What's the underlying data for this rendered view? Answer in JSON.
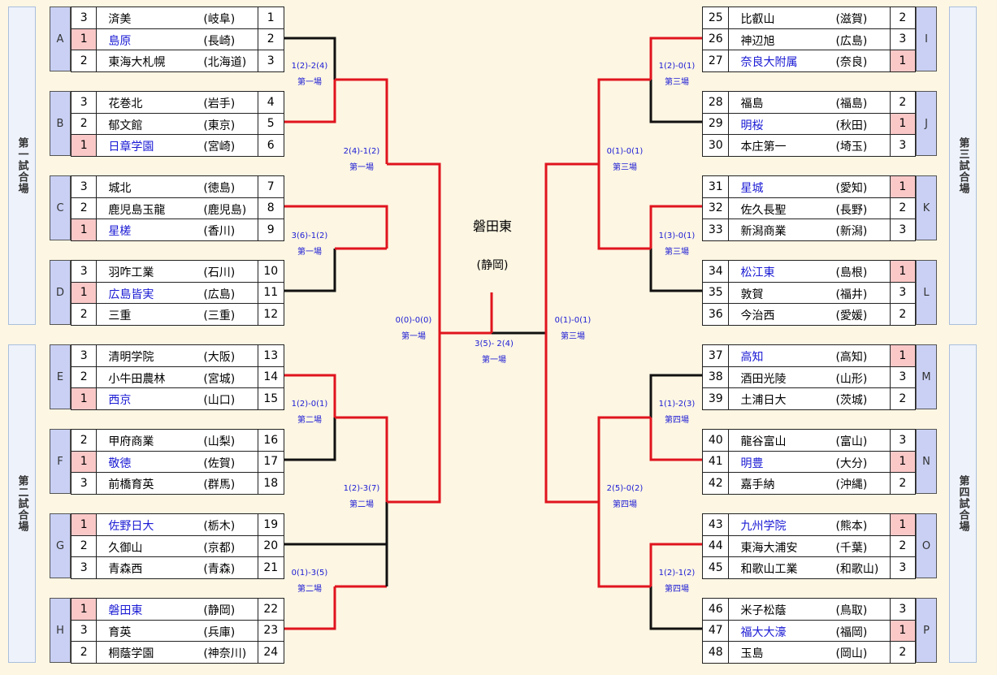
{
  "venues": [
    "第一試合場",
    "第二試合場",
    "第三試合場",
    "第四試合場"
  ],
  "champion": {
    "name": "磐田東",
    "pref": "(静岡)"
  },
  "left_blocks": [
    {
      "letter": "A",
      "teams": [
        {
          "rank": "3",
          "name": "済美",
          "pref": "(岐阜)",
          "no": "1"
        },
        {
          "rank": "1",
          "name": "島原",
          "pref": "(長崎)",
          "no": "2"
        },
        {
          "rank": "2",
          "name": "東海大札幌",
          "pref": "(北海道)",
          "no": "3"
        }
      ]
    },
    {
      "letter": "B",
      "teams": [
        {
          "rank": "3",
          "name": "花巻北",
          "pref": "(岩手)",
          "no": "4"
        },
        {
          "rank": "2",
          "name": "郁文館",
          "pref": "(東京)",
          "no": "5"
        },
        {
          "rank": "1",
          "name": "日章学園",
          "pref": "(宮崎)",
          "no": "6"
        }
      ]
    },
    {
      "letter": "C",
      "teams": [
        {
          "rank": "3",
          "name": "城北",
          "pref": "(徳島)",
          "no": "7"
        },
        {
          "rank": "2",
          "name": "鹿児島玉龍",
          "pref": "(鹿児島)",
          "no": "8"
        },
        {
          "rank": "1",
          "name": "星槎",
          "pref": "(香川)",
          "no": "9"
        }
      ]
    },
    {
      "letter": "D",
      "teams": [
        {
          "rank": "3",
          "name": "羽咋工業",
          "pref": "(石川)",
          "no": "10"
        },
        {
          "rank": "1",
          "name": "広島皆実",
          "pref": "(広島)",
          "no": "11"
        },
        {
          "rank": "2",
          "name": "三重",
          "pref": "(三重)",
          "no": "12"
        }
      ]
    },
    {
      "letter": "E",
      "teams": [
        {
          "rank": "3",
          "name": "清明学院",
          "pref": "(大阪)",
          "no": "13"
        },
        {
          "rank": "2",
          "name": "小牛田農林",
          "pref": "(宮城)",
          "no": "14"
        },
        {
          "rank": "1",
          "name": "西京",
          "pref": "(山口)",
          "no": "15"
        }
      ]
    },
    {
      "letter": "F",
      "teams": [
        {
          "rank": "2",
          "name": "甲府商業",
          "pref": "(山梨)",
          "no": "16"
        },
        {
          "rank": "1",
          "name": "敬徳",
          "pref": "(佐賀)",
          "no": "17"
        },
        {
          "rank": "3",
          "name": "前橋育英",
          "pref": "(群馬)",
          "no": "18"
        }
      ]
    },
    {
      "letter": "G",
      "teams": [
        {
          "rank": "1",
          "name": "佐野日大",
          "pref": "(栃木)",
          "no": "19"
        },
        {
          "rank": "2",
          "name": "久御山",
          "pref": "(京都)",
          "no": "20"
        },
        {
          "rank": "3",
          "name": "青森西",
          "pref": "(青森)",
          "no": "21"
        }
      ]
    },
    {
      "letter": "H",
      "teams": [
        {
          "rank": "1",
          "name": "磐田東",
          "pref": "(静岡)",
          "no": "22"
        },
        {
          "rank": "3",
          "name": "育英",
          "pref": "(兵庫)",
          "no": "23"
        },
        {
          "rank": "2",
          "name": "桐蔭学園",
          "pref": "(神奈川)",
          "no": "24"
        }
      ]
    }
  ],
  "right_blocks": [
    {
      "letter": "I",
      "teams": [
        {
          "rank": "2",
          "name": "比叡山",
          "pref": "(滋賀)",
          "no": "25"
        },
        {
          "rank": "3",
          "name": "神辺旭",
          "pref": "(広島)",
          "no": "26"
        },
        {
          "rank": "1",
          "name": "奈良大附属",
          "pref": "(奈良)",
          "no": "27"
        }
      ]
    },
    {
      "letter": "J",
      "teams": [
        {
          "rank": "2",
          "name": "福島",
          "pref": "(福島)",
          "no": "28"
        },
        {
          "rank": "1",
          "name": "明桜",
          "pref": "(秋田)",
          "no": "29"
        },
        {
          "rank": "3",
          "name": "本庄第一",
          "pref": "(埼玉)",
          "no": "30"
        }
      ]
    },
    {
      "letter": "K",
      "teams": [
        {
          "rank": "1",
          "name": "星城",
          "pref": "(愛知)",
          "no": "31"
        },
        {
          "rank": "2",
          "name": "佐久長聖",
          "pref": "(長野)",
          "no": "32"
        },
        {
          "rank": "3",
          "name": "新潟商業",
          "pref": "(新潟)",
          "no": "33"
        }
      ]
    },
    {
      "letter": "L",
      "teams": [
        {
          "rank": "1",
          "name": "松江東",
          "pref": "(島根)",
          "no": "34"
        },
        {
          "rank": "3",
          "name": "敦賀",
          "pref": "(福井)",
          "no": "35"
        },
        {
          "rank": "2",
          "name": "今治西",
          "pref": "(愛媛)",
          "no": "36"
        }
      ]
    },
    {
      "letter": "M",
      "teams": [
        {
          "rank": "1",
          "name": "高知",
          "pref": "(高知)",
          "no": "37"
        },
        {
          "rank": "3",
          "name": "酒田光陵",
          "pref": "(山形)",
          "no": "38"
        },
        {
          "rank": "2",
          "name": "土浦日大",
          "pref": "(茨城)",
          "no": "39"
        }
      ]
    },
    {
      "letter": "N",
      "teams": [
        {
          "rank": "3",
          "name": "龍谷富山",
          "pref": "(富山)",
          "no": "40"
        },
        {
          "rank": "1",
          "name": "明豊",
          "pref": "(大分)",
          "no": "41"
        },
        {
          "rank": "2",
          "name": "嘉手納",
          "pref": "(沖縄)",
          "no": "42"
        }
      ]
    },
    {
      "letter": "O",
      "teams": [
        {
          "rank": "1",
          "name": "九州学院",
          "pref": "(熊本)",
          "no": "43"
        },
        {
          "rank": "2",
          "name": "東海大浦安",
          "pref": "(千葉)",
          "no": "44"
        },
        {
          "rank": "3",
          "name": "和歌山工業",
          "pref": "(和歌山)",
          "no": "45"
        }
      ]
    },
    {
      "letter": "P",
      "teams": [
        {
          "rank": "3",
          "name": "米子松蔭",
          "pref": "(鳥取)",
          "no": "46"
        },
        {
          "rank": "1",
          "name": "福大大濠",
          "pref": "(福岡)",
          "no": "47"
        },
        {
          "rank": "2",
          "name": "玉島",
          "pref": "(岡山)",
          "no": "48"
        }
      ]
    }
  ],
  "match_labels": [
    {
      "score": "1(2)-2(4)",
      "venue": "第一場"
    },
    {
      "score": "3(6)-1(2)",
      "venue": "第一場"
    },
    {
      "score": "2(4)-1(2)",
      "venue": "第一場"
    },
    {
      "score": "1(2)-0(1)",
      "venue": "第二場"
    },
    {
      "score": "0(1)-3(5)",
      "venue": "第二場"
    },
    {
      "score": "1(2)-3(7)",
      "venue": "第二場"
    },
    {
      "score": "0(0)-0(0)",
      "venue": "第一場"
    },
    {
      "score": "1(2)-0(1)",
      "venue": "第三場"
    },
    {
      "score": "1(3)-0(1)",
      "venue": "第三場"
    },
    {
      "score": "0(1)-0(1)",
      "venue": "第三場"
    },
    {
      "score": "1(1)-2(3)",
      "venue": "第四場"
    },
    {
      "score": "1(2)-1(2)",
      "venue": "第四場"
    },
    {
      "score": "2(5)-0(2)",
      "venue": "第四場"
    },
    {
      "score": "0(1)-0(1)",
      "venue": "第三場"
    },
    {
      "score": "3(5)- 2(4)",
      "venue": "第一場"
    }
  ]
}
